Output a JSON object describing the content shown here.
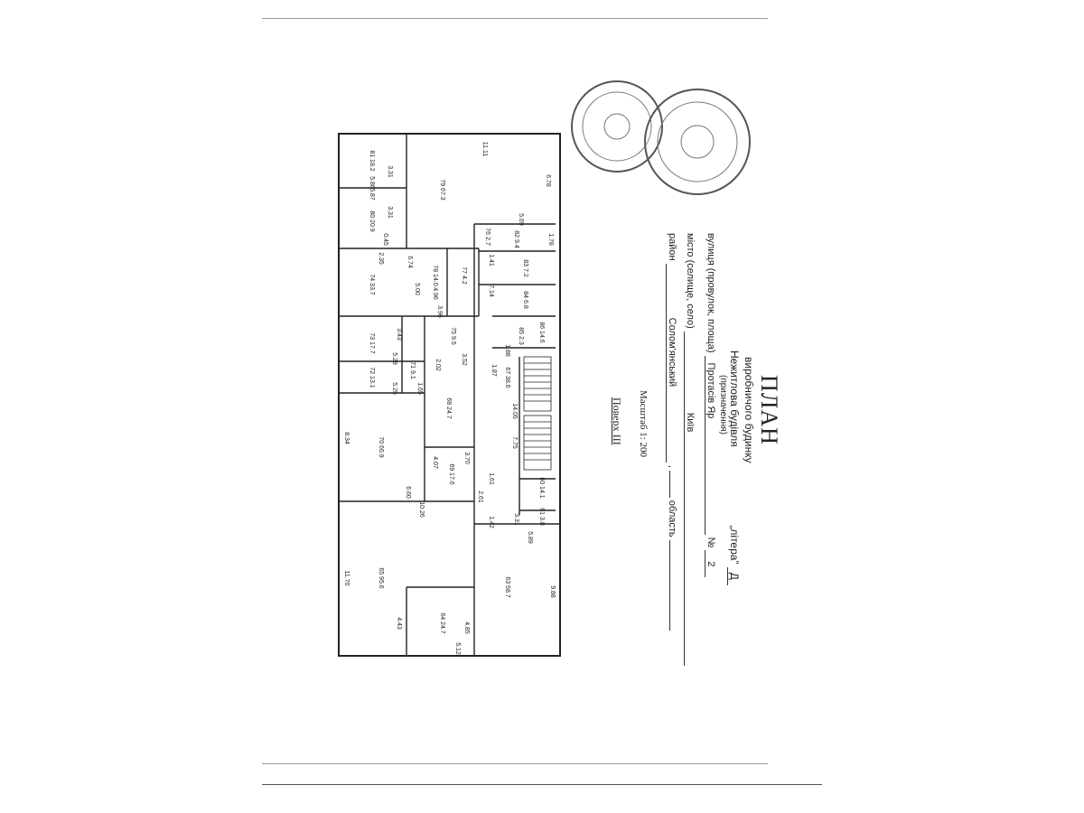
{
  "doc": {
    "title": "ПЛАН",
    "subtitle": "виробничого будинку",
    "building_type": "Нежитлова будівля",
    "building_type_note": "(призначення)",
    "litera_label": "„літера”",
    "litera_value": "Д",
    "street_label": "вулиця (провулок, площа)",
    "street_value": "Протасів Яр",
    "number_label": "№",
    "number_value": "2",
    "city_label": "місто (селище, село)",
    "city_value": "Київ",
    "district_label": "район",
    "district_value": "Солом'янський",
    "region_label": "область",
    "scale": "Масштаб 1: 200",
    "floor": "Поверх  III"
  },
  "rooms": [
    {
      "id": "81",
      "area": "18.2"
    },
    {
      "id": "80",
      "area": "20.9"
    },
    {
      "id": "79",
      "area": "67.3"
    },
    {
      "id": "82",
      "area": "9.4"
    },
    {
      "id": "76",
      "area": "2.7"
    },
    {
      "id": "83",
      "area": "7.2"
    },
    {
      "id": "84",
      "area": "6.8"
    },
    {
      "id": "78",
      "area": "14.0"
    },
    {
      "id": "77",
      "area": "4.2"
    },
    {
      "id": "74",
      "area": "33.7"
    },
    {
      "id": "75",
      "area": "9.5"
    },
    {
      "id": "86",
      "area": "14.6"
    },
    {
      "id": "85",
      "area": "2.3"
    },
    {
      "id": "73",
      "area": "17.7"
    },
    {
      "id": "71",
      "area": "9.1"
    },
    {
      "id": "72",
      "area": "13.1"
    },
    {
      "id": "67",
      "area": "38.6"
    },
    {
      "id": "68",
      "area": "24.7"
    },
    {
      "id": "70",
      "area": "66.9"
    },
    {
      "id": "69",
      "area": "17.6"
    },
    {
      "id": "60",
      "area": "14.1"
    },
    {
      "id": "61",
      "area": "3.8"
    },
    {
      "id": "65",
      "area": "95.6"
    },
    {
      "id": "63",
      "area": "58.7"
    },
    {
      "id": "64",
      "area": "24.7"
    }
  ],
  "dimensions": [
    "11.11",
    "6.78",
    "3.31",
    "5.86",
    "5.87",
    "3.31",
    "5.69",
    "1.78",
    "0.45",
    "2.35",
    "6.74",
    "5.00",
    "4.96",
    "3.96",
    "1.41",
    "7.14",
    "1.88",
    "3.43",
    "5.29",
    "2.02",
    "3.52",
    "5.25",
    "1.65",
    "1.87",
    "14.05",
    "7.75",
    "8.34",
    "3.70",
    "4.07",
    "1.61",
    "6.60",
    "2.61",
    "1.42",
    "3.31",
    "10.26",
    "5.89",
    "11.70",
    "9.88",
    "4.43",
    "4.85",
    "5.12"
  ],
  "colors": {
    "ink": "#222222",
    "paper": "#ffffff",
    "stamp": "#555555"
  }
}
